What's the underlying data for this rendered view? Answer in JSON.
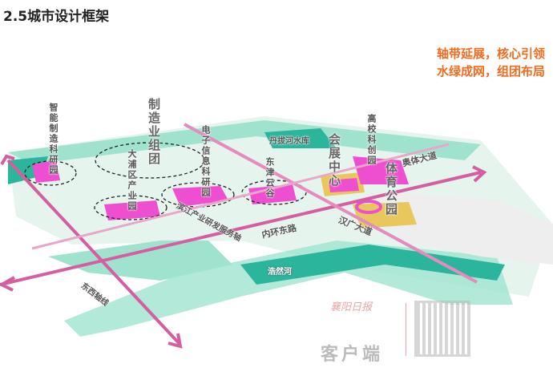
{
  "title": "2.5城市设计框架",
  "slogan": [
    "轴带延展，核心引领",
    "水绿成网，组团布局"
  ],
  "labels": {
    "zhineng": "智能制造科研园",
    "zhizao": "制造业组团",
    "dapu": "大浦区产业园",
    "dianzi": "电子信息科研园",
    "dongjin": "东津云谷",
    "huizhan": "会展中心",
    "gaoxiao": "高校科创园",
    "tiyu": "体育公园",
    "shuiku": "丹拔河水库",
    "aoti": "奥体大道",
    "hanguang": "汉广大道",
    "neihuan": "内环东路",
    "axis": "滨江产业研发服务轴",
    "dongxi": "东西轴线",
    "river": "浩然河"
  },
  "watermark": {
    "brand": "襄阳日报",
    "sub": "客户端"
  },
  "colors": {
    "axis": "#d45ea0",
    "water": "#2bb59c",
    "green": "#9fe3cf",
    "industry": "#ee4fd0",
    "public": "#e8c75c"
  }
}
